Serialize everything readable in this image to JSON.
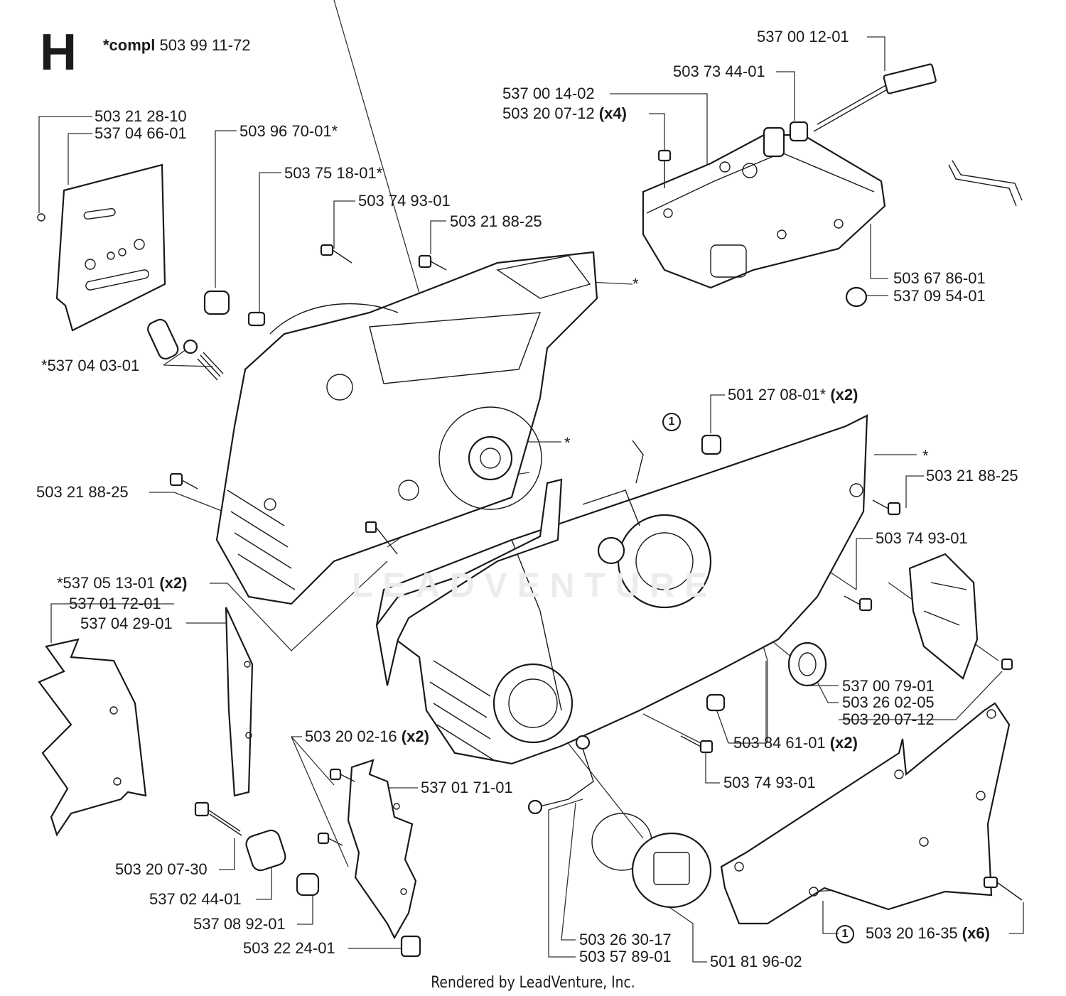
{
  "header": {
    "section_letter": "H",
    "compl_prefix": "*compl",
    "compl_number": "503 99 11-72"
  },
  "watermark": "LEADVENTURE",
  "credit": "Rendered by LeadVenture, Inc.",
  "markers": {
    "circled": "1",
    "asterisk": "*"
  },
  "labels": {
    "l1": {
      "text": "537 00 12-01"
    },
    "l2": {
      "text": "503 73 44-01"
    },
    "l3": {
      "text": "537 00 14-02"
    },
    "l4": {
      "text": "503 20 07-12",
      "qty": "(x4)"
    },
    "l5": {
      "text": "503 21 28-10"
    },
    "l6": {
      "text": "537 04 66-01"
    },
    "l7": {
      "text": "503 96 70-01*"
    },
    "l8": {
      "text": "503 75 18-01*"
    },
    "l9": {
      "text": "503 74 93-01"
    },
    "l10": {
      "text": "503 21 88-25"
    },
    "l11": {
      "text": "503 67 86-01"
    },
    "l12": {
      "text": "537 09 54-01"
    },
    "l13": {
      "text": "*537 04 03-01"
    },
    "l14": {
      "text": "501 27 08-01*",
      "qty": "(x2)"
    },
    "l15": {
      "text": "503 21 88-25"
    },
    "l16": {
      "text": "503 21 88-25"
    },
    "l17": {
      "text": "503 74 93-01"
    },
    "l18": {
      "text": "*537 05 13-01",
      "qty": "(x2)"
    },
    "l19": {
      "text": "537 01 72-01"
    },
    "l20": {
      "text": "537 04 29-01"
    },
    "l21": {
      "text": "537 00 79-01"
    },
    "l22": {
      "text": "503 26 02-05"
    },
    "l23": {
      "text": "503 20 07-12"
    },
    "l24": {
      "text": "503 20 02-16",
      "qty": "(x2)"
    },
    "l25": {
      "text": "503 84 61-01",
      "qty": "(x2)"
    },
    "l26": {
      "text": "537 01 71-01"
    },
    "l27": {
      "text": "503 74 93-01"
    },
    "l28": {
      "text": "503 20 07-30"
    },
    "l29": {
      "text": "537 02 44-01"
    },
    "l30": {
      "text": "537 08 92-01"
    },
    "l31": {
      "text": "503 20 16-35",
      "qty": "(x6)"
    },
    "l32": {
      "text": "503 22 24-01"
    },
    "l33": {
      "text": "503 26 30-17"
    },
    "l34": {
      "text": "503 57 89-01"
    },
    "l35": {
      "text": "501 81 96-02"
    }
  }
}
